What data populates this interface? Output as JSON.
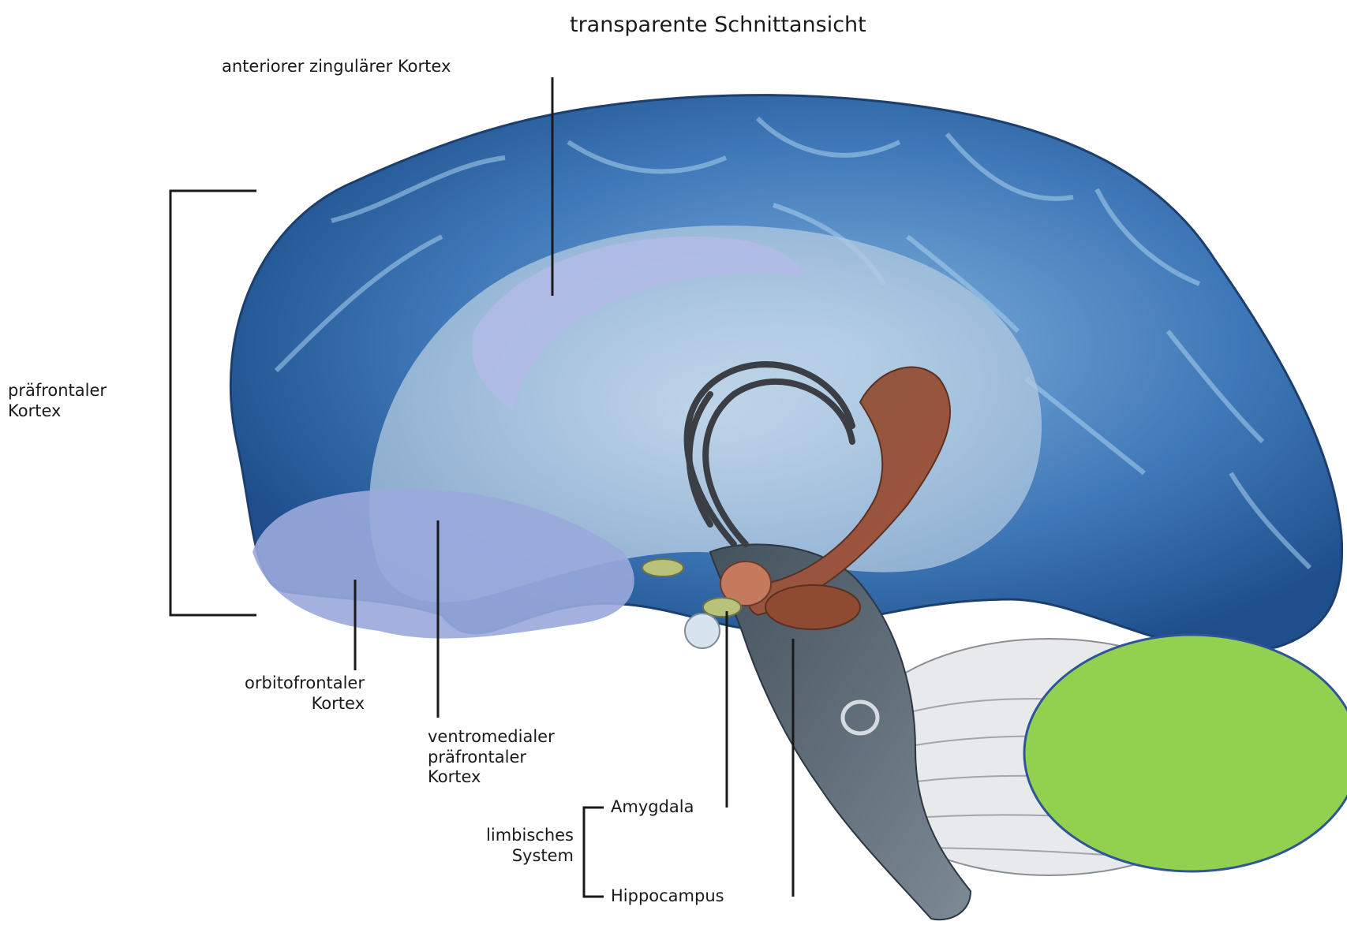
{
  "diagram": {
    "title": "transparente Schnittansicht",
    "labels": {
      "acc": "anteriorer zingulärer Kortex",
      "pfc": "präfrontaler\nKortex",
      "ofc": "orbitofrontaler\nKortex",
      "vmpfc": "ventromedialer\npräfrontaler\nKortex",
      "limbic": "limbisches\nSystem",
      "amygdala": "Amygdala",
      "hippocampus": "Hippocampus"
    },
    "colors": {
      "cortex_blue": "#3f78b8",
      "cortex_light": "#9aa9dc",
      "brainstem": "#5c6b78",
      "hippocampus": "#9a5a3c",
      "amygdala": "#c57a5e",
      "olfactory": "#b8c27a",
      "overlay_ellipse": "#92d050",
      "overlay_outline": "#2f5597"
    }
  }
}
